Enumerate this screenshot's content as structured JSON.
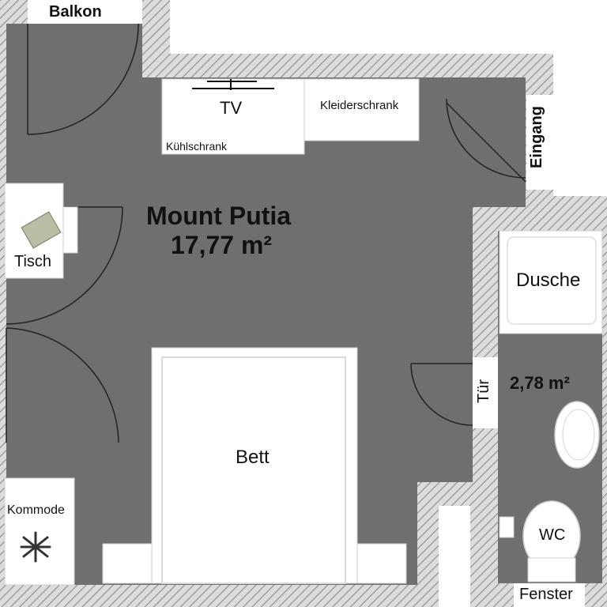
{
  "rooms": {
    "main": {
      "name": "Mount Putia",
      "area": "17,77 m²"
    },
    "bath": {
      "area": "2,78 m²"
    }
  },
  "labels": {
    "balkon": "Balkon",
    "eingang": "Eingang",
    "tv": "TV",
    "kleiderschrank": "Kleiderschrank",
    "kuehlschrank": "Kühlschrank",
    "tisch": "Tisch",
    "dusche": "Dusche",
    "tuer": "Tür",
    "bett": "Bett",
    "kommode": "Kommode",
    "wc": "WC",
    "fenster": "Fenster"
  },
  "colors": {
    "floor": "#6f6f6f",
    "wall": "#d6d6d6",
    "hatch": "#8a8a8a",
    "furniture": "#ffffff",
    "door_line": "#222222"
  }
}
